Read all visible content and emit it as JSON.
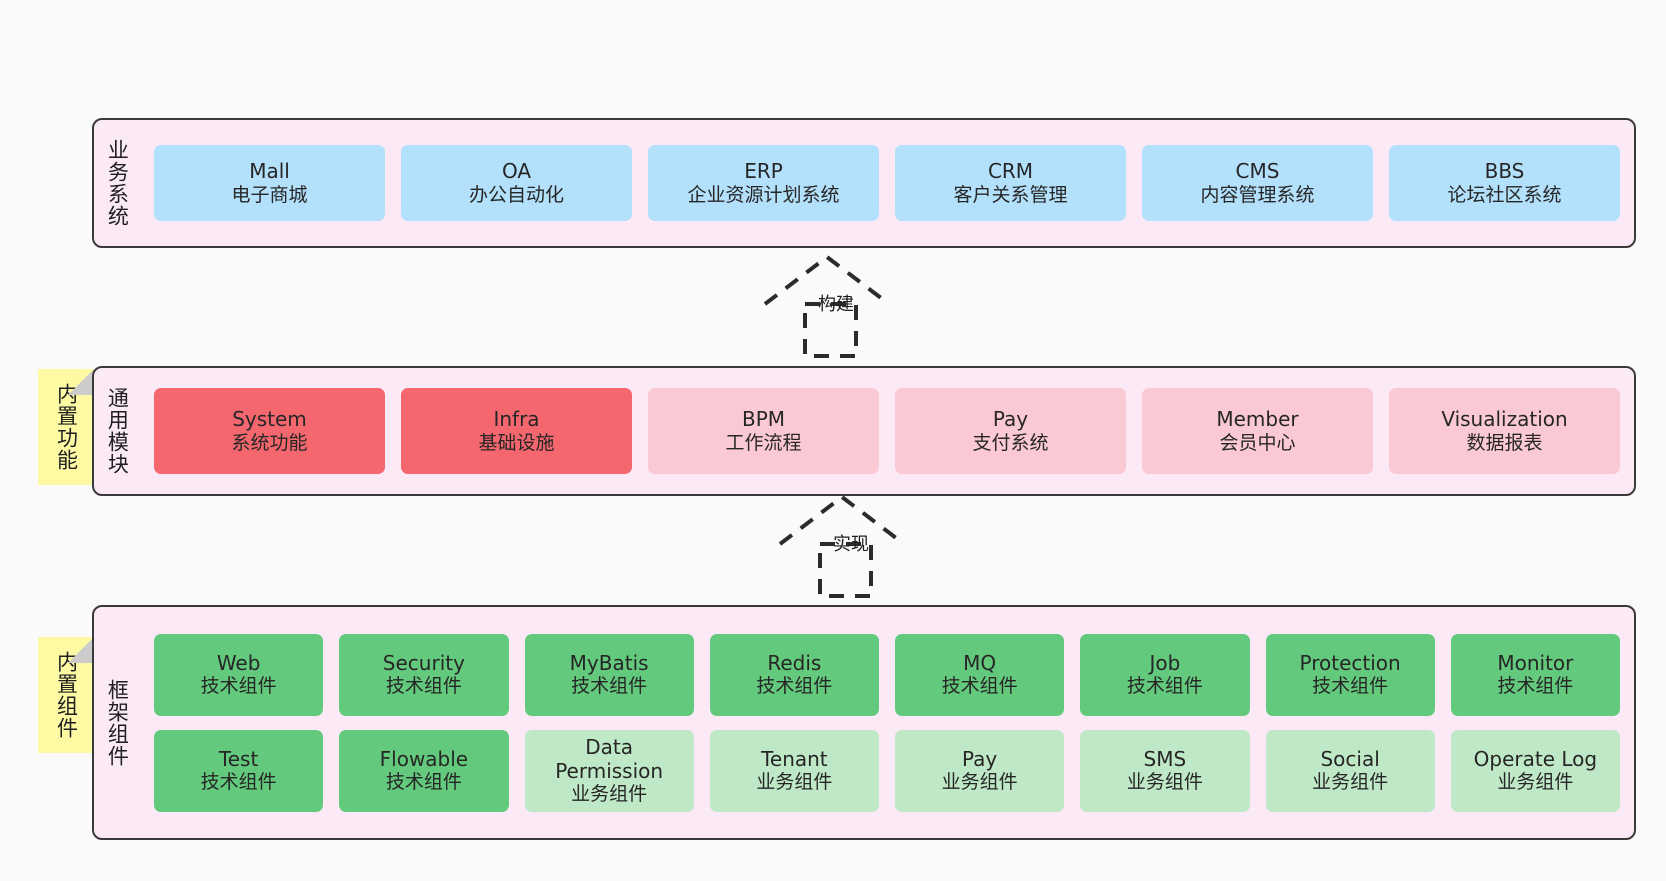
{
  "diagram": {
    "background_color": "#fafafa",
    "layer_bg_color": "#fbeaf5",
    "note_color": "#fdfaa3"
  },
  "notes": [
    {
      "label": "内置功能"
    },
    {
      "label": "内置组件"
    }
  ],
  "connectors": [
    {
      "label": "构建",
      "style": "dashed-generalization",
      "direction": "up"
    },
    {
      "label": "实现",
      "style": "dashed-generalization",
      "direction": "up"
    }
  ],
  "layers": [
    {
      "title": "业务系统",
      "rows": [
        [
          {
            "title": "Mall",
            "sub": "电子商城",
            "color": "#b3e0fb",
            "variant": "blue"
          },
          {
            "title": "OA",
            "sub": "办公自动化",
            "color": "#b3e0fb",
            "variant": "blue"
          },
          {
            "title": "ERP",
            "sub": "企业资源计划系统",
            "color": "#b3e0fb",
            "variant": "blue"
          },
          {
            "title": "CRM",
            "sub": "客户关系管理",
            "color": "#b3e0fb",
            "variant": "blue"
          },
          {
            "title": "CMS",
            "sub": "内容管理系统",
            "color": "#b3e0fb",
            "variant": "blue"
          },
          {
            "title": "BBS",
            "sub": "论坛社区系统",
            "color": "#b3e0fb",
            "variant": "blue"
          }
        ]
      ]
    },
    {
      "title": "通用模块",
      "rows": [
        [
          {
            "title": "System",
            "sub": "系统功能",
            "color": "#f4676e",
            "variant": "red"
          },
          {
            "title": "Infra",
            "sub": "基础设施",
            "color": "#f4676e",
            "variant": "red"
          },
          {
            "title": "BPM",
            "sub": "工作流程",
            "color": "#fbc9d4",
            "variant": "pink"
          },
          {
            "title": "Pay",
            "sub": "支付系统",
            "color": "#fbc9d4",
            "variant": "pink"
          },
          {
            "title": "Member",
            "sub": "会员中心",
            "color": "#fbc9d4",
            "variant": "pink"
          },
          {
            "title": "Visualization",
            "sub": "数据报表",
            "color": "#fbc9d4",
            "variant": "pink"
          }
        ]
      ]
    },
    {
      "title": "框架组件",
      "rows": [
        [
          {
            "title": "Web",
            "sub": "技术组件",
            "color": "#63c97c",
            "variant": "green"
          },
          {
            "title": "Security",
            "sub": "技术组件",
            "color": "#63c97c",
            "variant": "green"
          },
          {
            "title": "MyBatis",
            "sub": "技术组件",
            "color": "#63c97c",
            "variant": "green"
          },
          {
            "title": "Redis",
            "sub": "技术组件",
            "color": "#63c97c",
            "variant": "green"
          },
          {
            "title": "MQ",
            "sub": "技术组件",
            "color": "#63c97c",
            "variant": "green"
          },
          {
            "title": "Job",
            "sub": "技术组件",
            "color": "#63c97c",
            "variant": "green"
          },
          {
            "title": "Protection",
            "sub": "技术组件",
            "color": "#63c97c",
            "variant": "green"
          },
          {
            "title": "Monitor",
            "sub": "技术组件",
            "color": "#63c97c",
            "variant": "green"
          }
        ],
        [
          {
            "title": "Test",
            "sub": "技术组件",
            "color": "#63c97c",
            "variant": "green"
          },
          {
            "title": "Flowable",
            "sub": "技术组件",
            "color": "#63c97c",
            "variant": "green"
          },
          {
            "title": "Data Permission",
            "sub": "业务组件",
            "color": "#bfe8c7",
            "variant": "lightgreen"
          },
          {
            "title": "Tenant",
            "sub": "业务组件",
            "color": "#bfe8c7",
            "variant": "lightgreen"
          },
          {
            "title": "Pay",
            "sub": "业务组件",
            "color": "#bfe8c7",
            "variant": "lightgreen"
          },
          {
            "title": "SMS",
            "sub": "业务组件",
            "color": "#bfe8c7",
            "variant": "lightgreen"
          },
          {
            "title": "Social",
            "sub": "业务组件",
            "color": "#bfe8c7",
            "variant": "lightgreen"
          },
          {
            "title": "Operate Log",
            "sub": "业务组件",
            "color": "#bfe8c7",
            "variant": "lightgreen"
          }
        ]
      ]
    }
  ]
}
